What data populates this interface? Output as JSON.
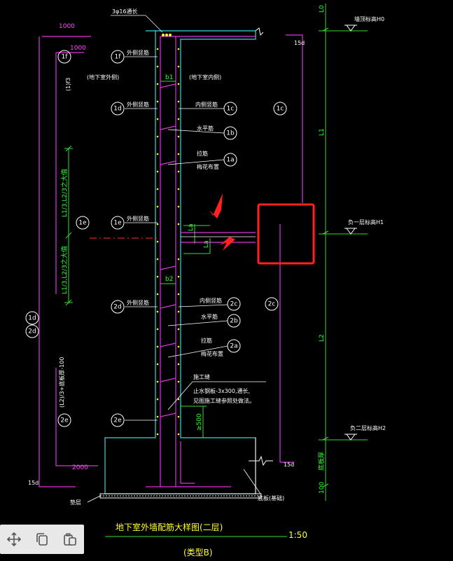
{
  "title": "地下室外墙配筋大样图(二层)",
  "subtitle": "(类型B)",
  "scale": "1:50",
  "toolbar": {
    "move_icon": "move-icon",
    "copy_icon": "copy-icon",
    "paste_icon": "paste-icon"
  },
  "labels": {
    "top_bar": "3φ16通长",
    "dim_1000": "1000",
    "dim_1000b": "1000",
    "f1_note": "(1)f3",
    "outer_side": "(地下室外侧)",
    "inner_side": "(地下室内侧)",
    "b1": "b1",
    "b2": "b2",
    "outer_vert_1": "外侧竖筋",
    "outer_vert_2": "外侧竖筋",
    "outer_vert_3": "外侧竖筋",
    "outer_vert_4": "外侧竖筋",
    "inner_vert_1": "内侧竖筋",
    "inner_vert_2": "内侧竖筋",
    "horiz_1": "水平筋",
    "horiz_2": "水平筋",
    "tie_1": "拉筋",
    "tie_1b": "梅花布置",
    "tie_2": "拉筋",
    "tie_2b": "梅花布置",
    "len_upper": "L1/3,L2/3之大值",
    "len_lower": "L1/3,L2/3之大值",
    "la": "La",
    "la2": "La",
    "d15_top": "15d",
    "d15_bot": "15d",
    "d15_left": "15d",
    "l0": "L0",
    "l1": "L1",
    "l2": "L2",
    "h100": "100",
    "f_thick": "底板厚",
    "joint_title": "施工缝",
    "joint_note_1": "止水钢板-3x300,通长,",
    "joint_note_2": "见图施工缝参照处做法。",
    "e2_note": "(L2)/3+底板厚-100",
    "dim_2000": "2000",
    "dim_500": "≥500",
    "cushion": "垫层",
    "base": "底板(基础)",
    "level_top": "墙顶标高H0",
    "level_1": "负一层标高H1",
    "level_2": "负二层标高H2"
  },
  "bubbles": [
    "1f",
    "1f",
    "1d",
    "1c",
    "1c",
    "1b",
    "1a",
    "1e",
    "1e",
    "2d",
    "2c",
    "2c",
    "2b",
    "2a",
    "2e",
    "2e",
    "1d",
    "2d"
  ],
  "colors": {
    "background": "#000000",
    "concrete": "#33dddd",
    "rebar": "#dd33dd",
    "dimension": "#33dd33",
    "highlight": "#ff2222",
    "text": "#ffffff",
    "title": "#ffff33"
  }
}
